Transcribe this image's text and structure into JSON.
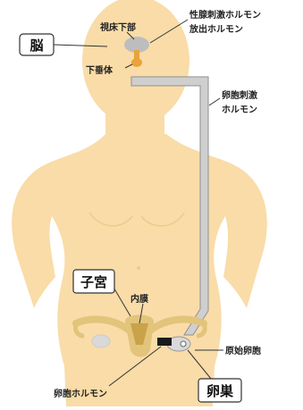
{
  "labels": {
    "brain": "脳",
    "hypothalamus": "視床下部",
    "pituitary": "下垂体",
    "gnrh_line1": "性腺刺激ホルモン",
    "gnrh_line2": "放出ホルモン",
    "fsh_line1": "卵胞刺激",
    "fsh_line2": "ホルモン",
    "uterus": "子宮",
    "endometrium": "内膜",
    "primordial_follicle": "原始卵胞",
    "estrogen": "卵胞ホルモン",
    "ovary": "卵巣"
  },
  "colors": {
    "skin": "#f9dca8",
    "skin_edge": "#f1c98a",
    "brain": "#bdbdbd",
    "pituitary": "#e8a33a",
    "pathway": "#cfcfcf",
    "pathway_edge": "#8f8f8f",
    "uterus": "#e2c47a",
    "uterus_inner": "#c9a24a",
    "follicle": "#d9d9d9",
    "follicle_dark": "#1a1a1a"
  }
}
